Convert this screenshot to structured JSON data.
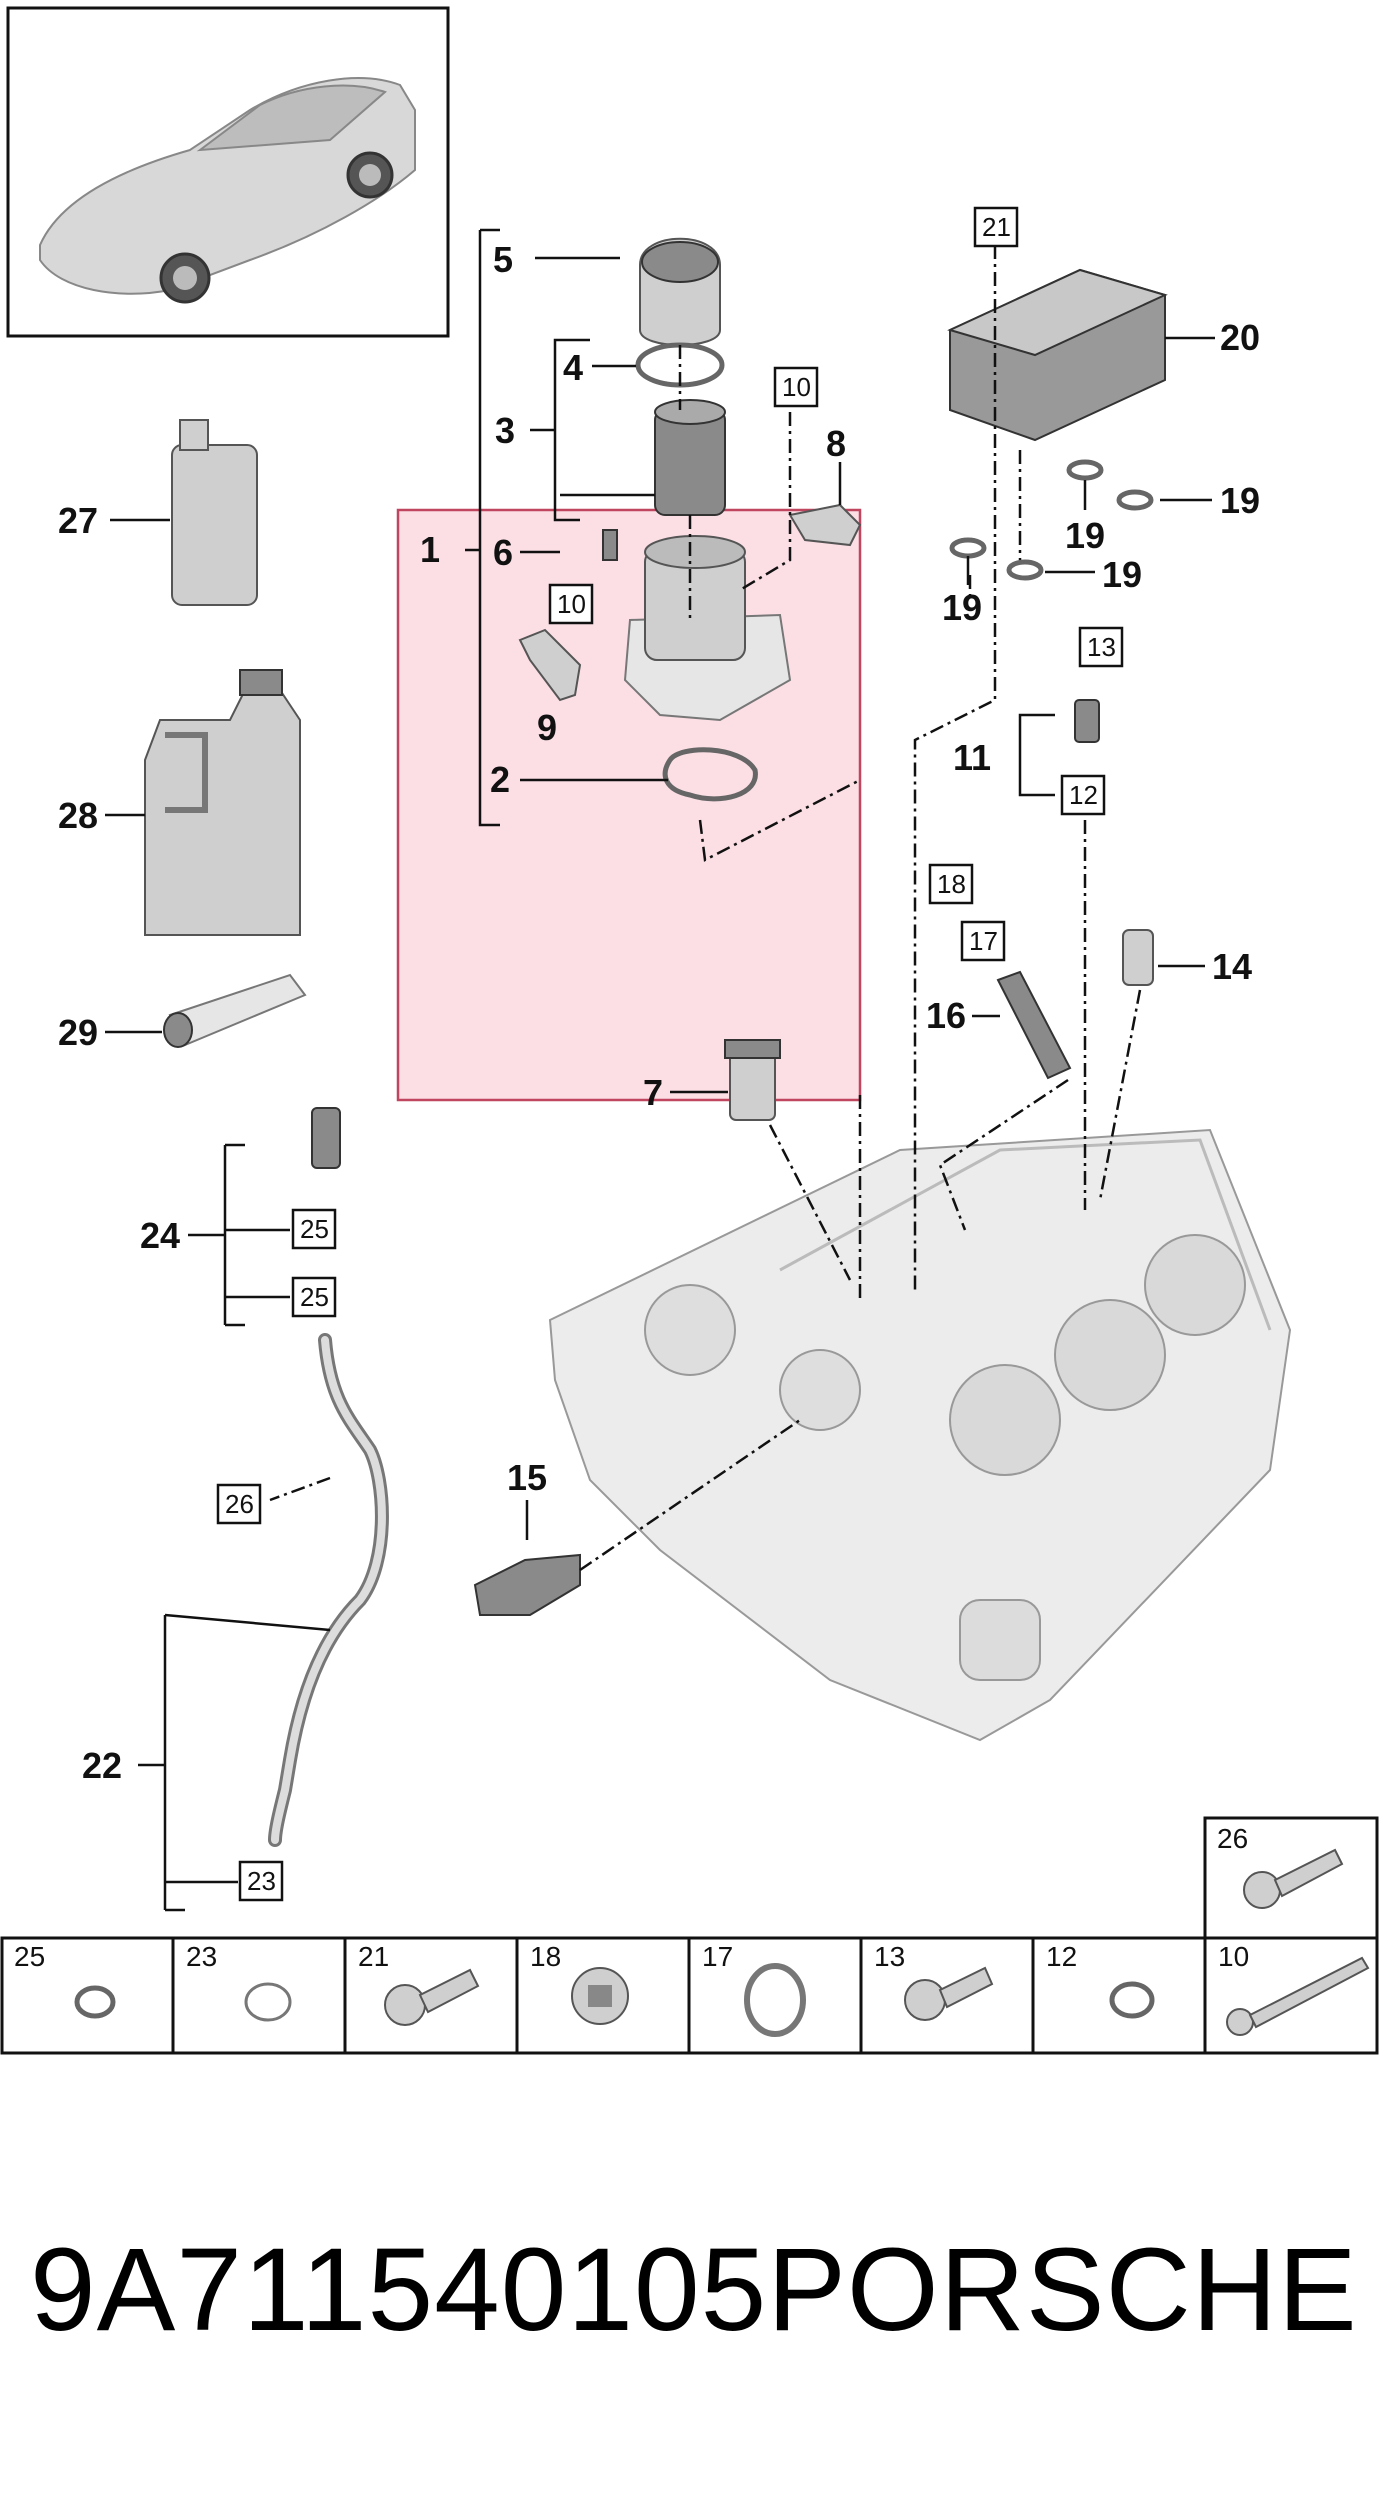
{
  "footer": {
    "part_number": "9A711540105",
    "brand": "PORSCHE"
  },
  "callouts": [
    "1",
    "2",
    "3",
    "4",
    "5",
    "6",
    "7",
    "8",
    "9",
    "11",
    "14",
    "15",
    "16",
    "19",
    "19",
    "19",
    "19",
    "20",
    "22",
    "24",
    "27",
    "28",
    "29"
  ],
  "boxed_labels": [
    "10",
    "10",
    "12",
    "13",
    "17",
    "18",
    "21",
    "23",
    "25",
    "25",
    "26"
  ],
  "hardware_table": [
    "25",
    "23",
    "21",
    "18",
    "17",
    "13",
    "12",
    "10"
  ],
  "hardware_extra": "26",
  "highlight_color": "#f9c9d3"
}
